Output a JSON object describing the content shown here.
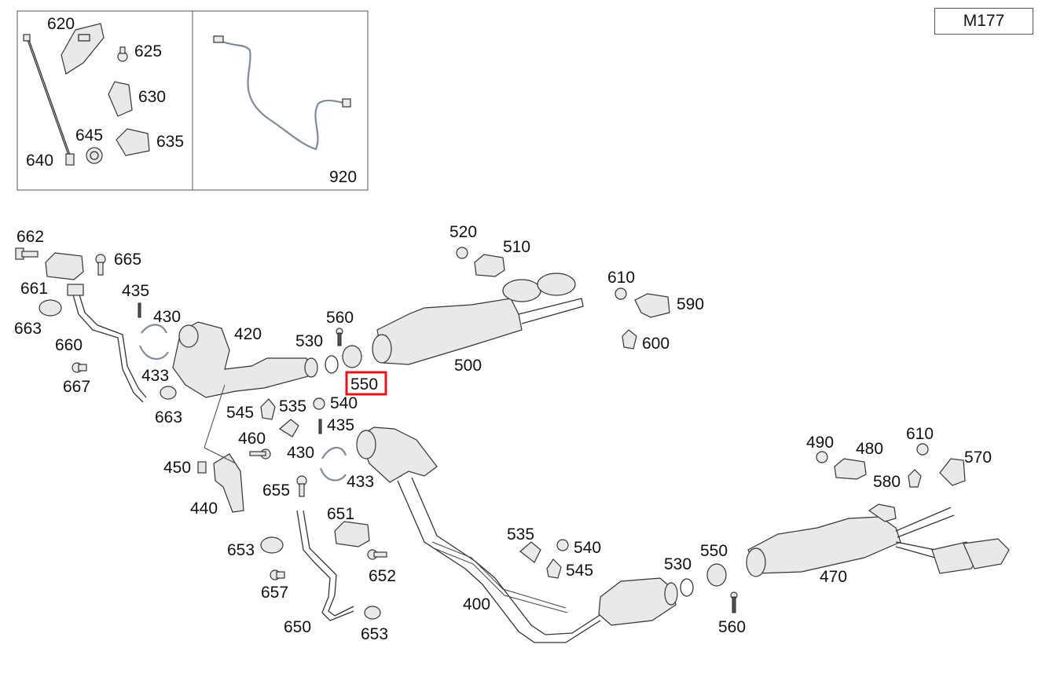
{
  "model_badge": "M177",
  "highlight": {
    "label": "550",
    "color": "#e3151a"
  },
  "inset_labels": {
    "620": "620",
    "625": "625",
    "630": "630",
    "635": "635",
    "640": "640",
    "645": "645",
    "920": "920"
  },
  "labels": {
    "662": "662",
    "665": "665",
    "661": "661",
    "435a": "435",
    "430a": "430",
    "663a": "663",
    "660": "660",
    "433a": "433",
    "667": "667",
    "663b": "663",
    "420": "420",
    "520": "520",
    "510": "510",
    "560a": "560",
    "530a": "530",
    "500": "500",
    "610a": "610",
    "590": "590",
    "600": "600",
    "545a": "545",
    "535a": "535",
    "540a": "540",
    "435b": "435",
    "460": "460",
    "430b": "430",
    "450": "450",
    "433b": "433",
    "655": "655",
    "440": "440",
    "651": "651",
    "653a": "653",
    "652": "652",
    "657": "657",
    "650": "650",
    "653b": "653",
    "400": "400",
    "535b": "535",
    "540b": "540",
    "545b": "545",
    "530b": "530",
    "550b": "550",
    "560b": "560",
    "470": "470",
    "490": "490",
    "480": "480",
    "610b": "610",
    "570": "570",
    "580": "580"
  }
}
